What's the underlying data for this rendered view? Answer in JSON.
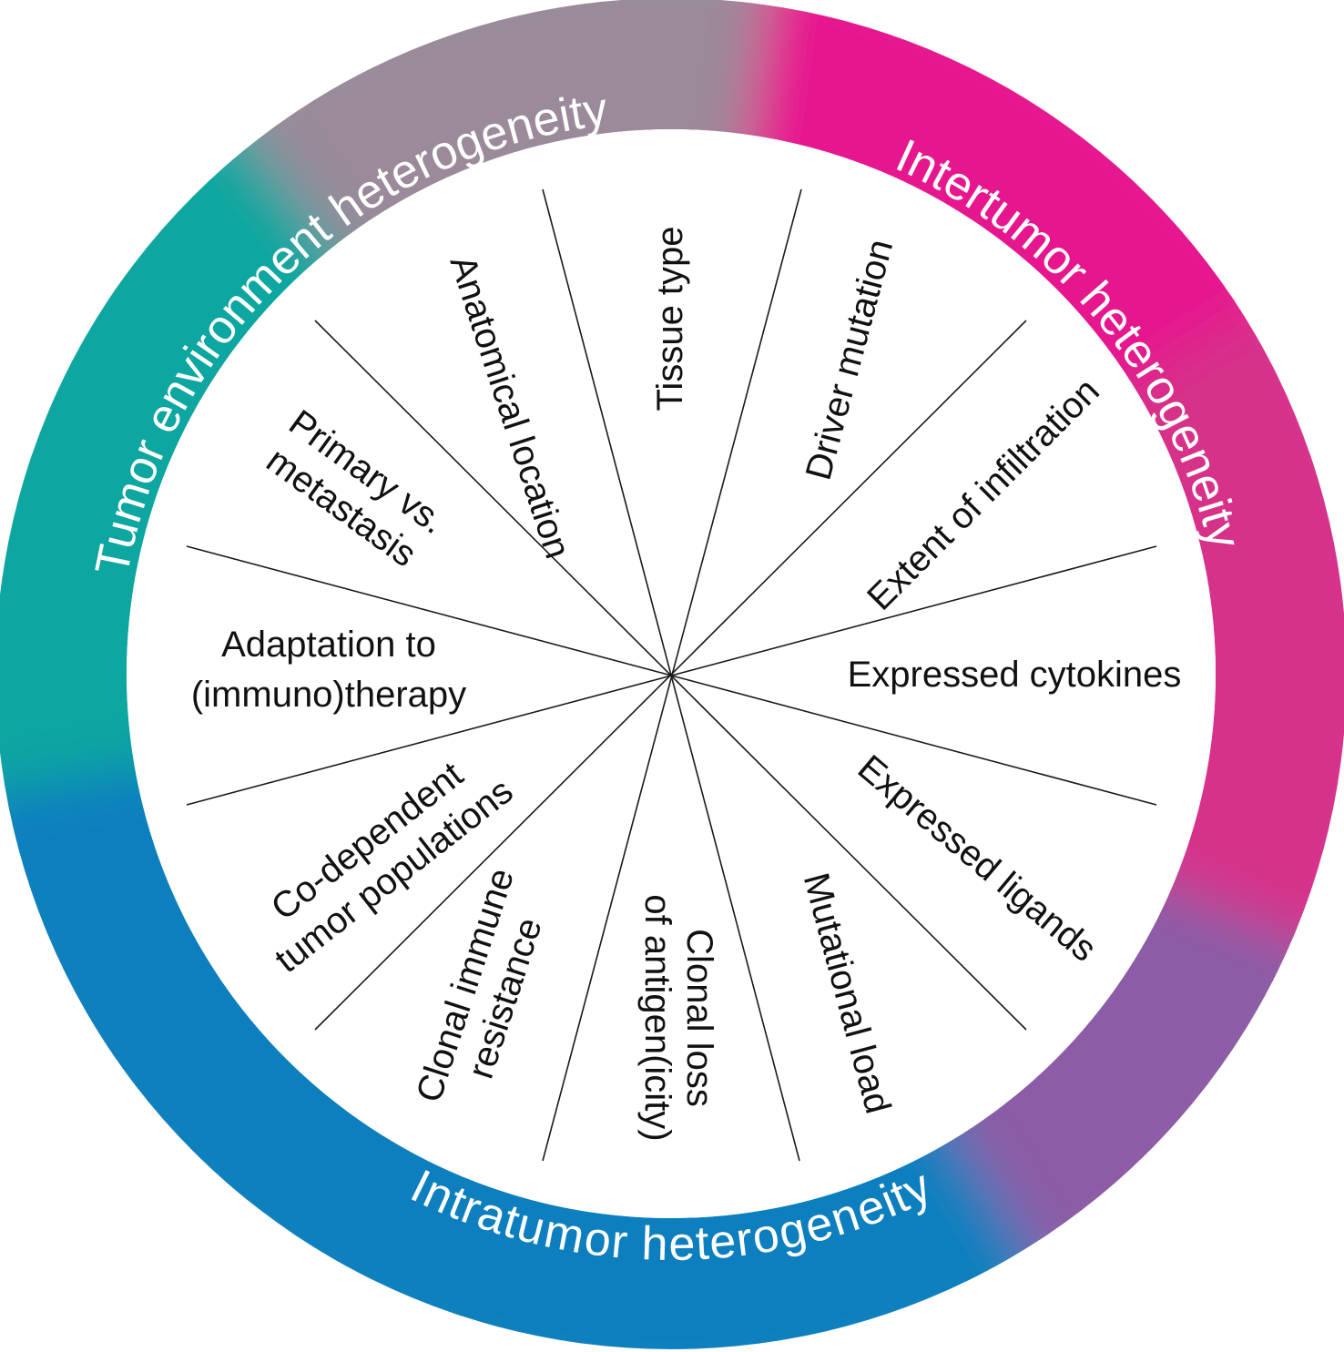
{
  "ring": {
    "colors": {
      "pink": "#E6128F",
      "magenta": "#D6338A",
      "purple": "#8C5BA6",
      "blue": "#0C7FBE",
      "teal": "#0AA6A0",
      "grey": "#9A8A9A"
    },
    "labels": {
      "intertumor": "Intertumor heterogeneity",
      "intratumor": "Intratumor heterogeneity",
      "environment": "Tumor environment heterogeneity"
    }
  },
  "segments": {
    "tissue_type": "Tissue type",
    "driver_mutation": "Driver mutation",
    "extent_of_infiltration": "Extent of infiltration",
    "expressed_cytokines": "Expressed cytokines",
    "expressed_ligands": "Expressed ligands",
    "mutational_load": "Mutational load",
    "clonal_loss_line1": "Clonal loss",
    "clonal_loss_line2": "of antigen(icity)",
    "clonal_immune_line1": "Clonal immune",
    "clonal_immune_line2": "resistance",
    "codependent_line1": "Co-dependent",
    "codependent_line2": "tumor populations",
    "adaptation_line1": "Adaptation to",
    "adaptation_line2": "(immuno)therapy",
    "primary_line1": "Primary vs.",
    "primary_line2": "metastasis",
    "anatomical_location": "Anatomical location"
  }
}
